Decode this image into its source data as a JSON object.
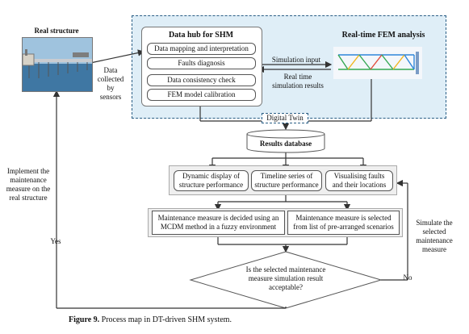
{
  "real_structure": {
    "title": "Real structure"
  },
  "hub": {
    "title": "Data hub for SHM",
    "items": [
      "Data mapping and interpretation",
      "Faults diagnosis",
      "Data consistency check",
      "FEM model calibration"
    ]
  },
  "fem": {
    "title": "Real-time FEM analysis"
  },
  "labels": {
    "data_collected": "Data\ncollected\nby\nsensors",
    "simulation_input": "Simulation input",
    "real_time_results": "Real time\nsimulation results",
    "digital_twin": "Digital Twin",
    "results_database": "Results database",
    "implement": "Implement the\nmaintenance\nmeasure on the\nreal structure",
    "yes": "Yes",
    "simulate": "Simulate the\nselected\nmaintenance\nmeasure",
    "no": "No"
  },
  "outputs": [
    "Dynamic display of\nstructure performance",
    "Timeline series of\nstructure performance",
    "Visualising faults\nand their locations"
  ],
  "decisions": [
    "Maintenance measure is decided using an\nMCDM method in a fuzzy environment",
    "Maintenance measure is selected\nfrom list of pre-arranged scenarios"
  ],
  "question": "Is the selected maintenance\nmeasure simulation result\nacceptable?",
  "caption": {
    "figure": "Figure 9.",
    "text": " Process map in DT-driven SHM system."
  },
  "colors": {
    "twin_border": "#2b5f86",
    "twin_bg": "#dfeef7",
    "line": "#333333"
  }
}
